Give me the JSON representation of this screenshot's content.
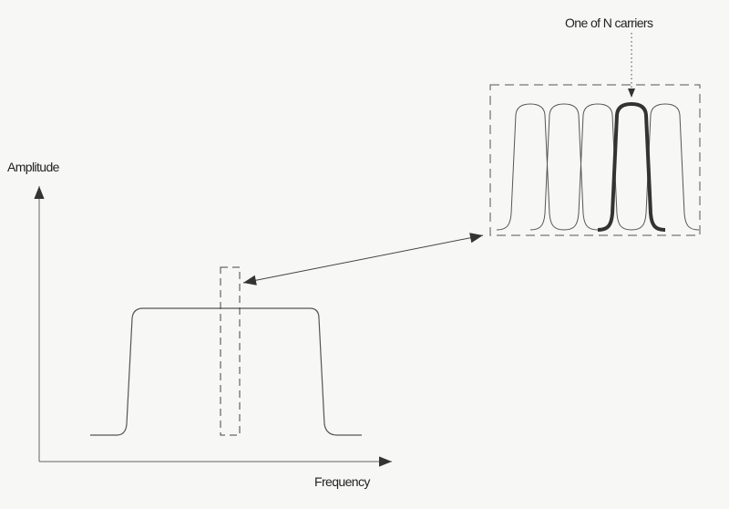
{
  "labels": {
    "y_axis": "Amplitude",
    "x_axis": "Frequency",
    "carrier_callout": "One of N carriers"
  },
  "carriers": {
    "count": 5,
    "highlighted_index": 3
  },
  "colors": {
    "line": "#555555",
    "highlight": "#333333",
    "background": "#f7f7f5"
  }
}
